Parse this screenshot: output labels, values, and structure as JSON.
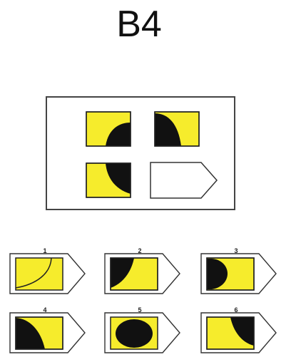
{
  "title": "B4",
  "colors": {
    "yellow": "#f6ec2c",
    "black": "#111111",
    "outline": "#333333"
  },
  "options": [
    {
      "label": "1"
    },
    {
      "label": "2"
    },
    {
      "label": "3"
    },
    {
      "label": "4"
    },
    {
      "label": "5"
    },
    {
      "label": "6"
    }
  ]
}
